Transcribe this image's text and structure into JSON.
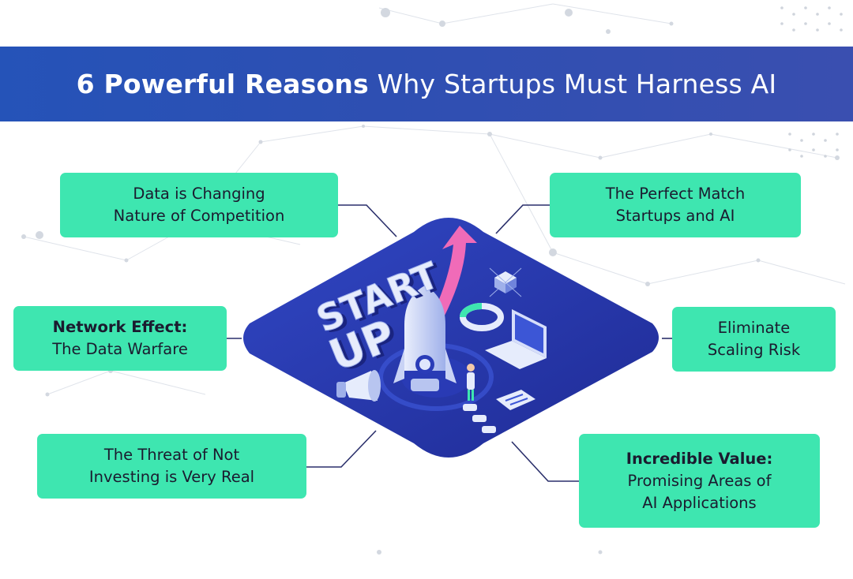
{
  "title": {
    "strong": "6 Powerful Reasons",
    "rest": "Why Startups Must Harness AI"
  },
  "illustration": {
    "text_line1": "START",
    "text_line2": "UP"
  },
  "reasons": {
    "data_competition": {
      "line1": "Data is Changing",
      "line2": "Nature of Competition"
    },
    "perfect_match": {
      "line1": "The Perfect Match",
      "line2": "Startups and AI"
    },
    "network_effect": {
      "heading": "Network Effect:",
      "line2": "The Data Warfare"
    },
    "scaling_risk": {
      "line1": "Eliminate",
      "line2": "Scaling Risk"
    },
    "threat": {
      "line1": "The Threat of Not",
      "line2": "Investing is Very Real"
    },
    "incredible_value": {
      "heading": "Incredible Value:",
      "line2": "Promising Areas of",
      "line3": "AI Applications"
    }
  },
  "colors": {
    "banner": "#2e4fb2",
    "card": "#3ee6b0",
    "platform": "#2a3aa8",
    "connector": "#2a2f6b",
    "arrow": "#f06bb8"
  }
}
